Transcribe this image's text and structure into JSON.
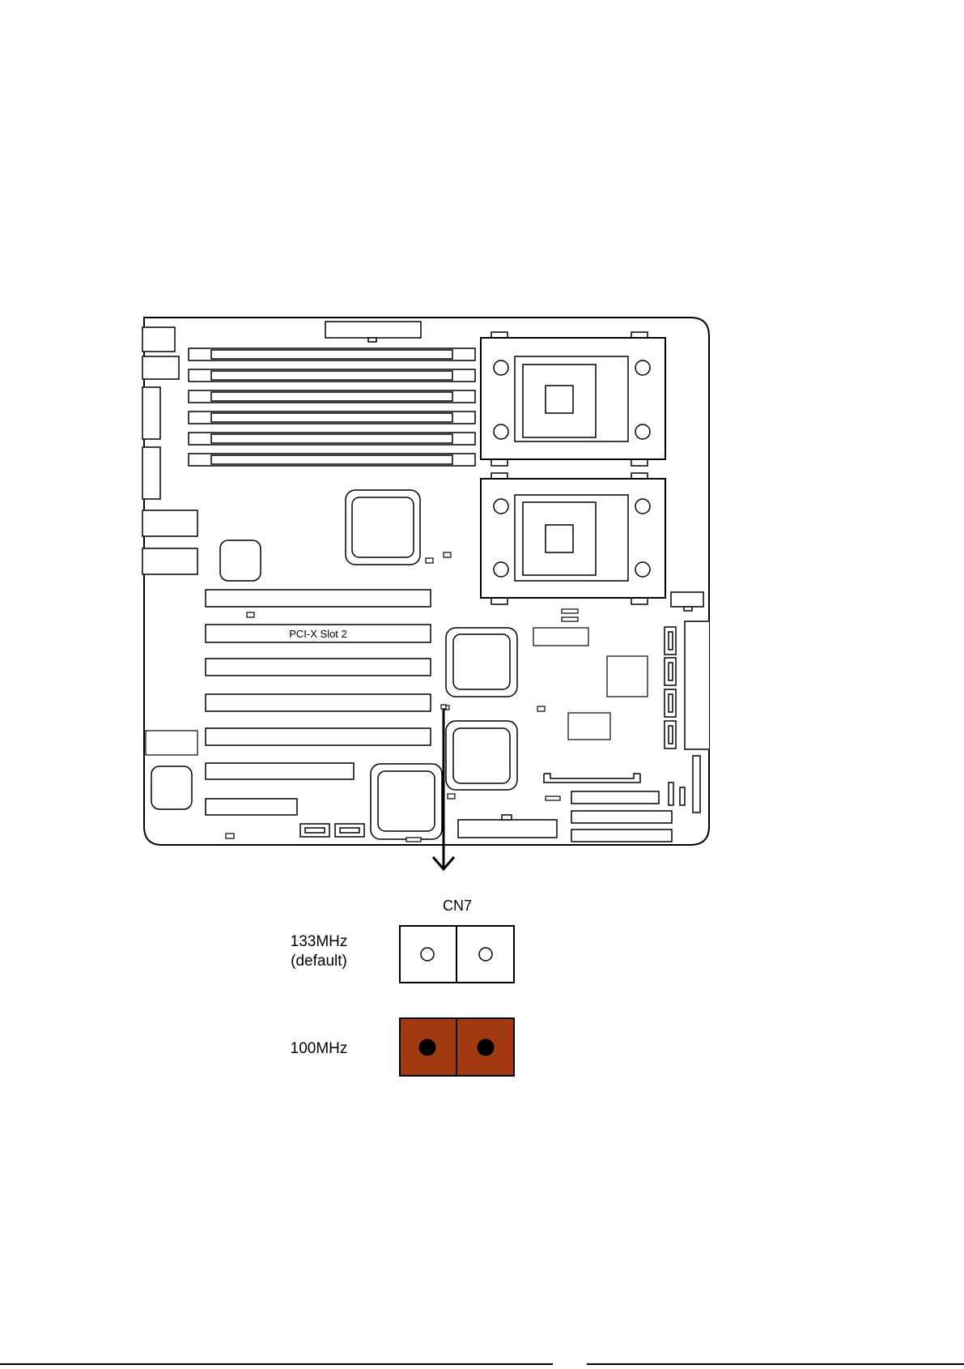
{
  "diagram": {
    "slot_label": "PCI-X Slot 2",
    "connector_label": "CN7",
    "settings": [
      {
        "label_line1": "133MHz",
        "label_line2": "(default)",
        "jumper_state": "open",
        "fill_color": "#ffffff",
        "pin_color": "#ffffff"
      },
      {
        "label_line1": "100MHz",
        "label_line2": "",
        "jumper_state": "closed",
        "fill_color": "#a13a10",
        "pin_color": "#000000"
      }
    ]
  }
}
